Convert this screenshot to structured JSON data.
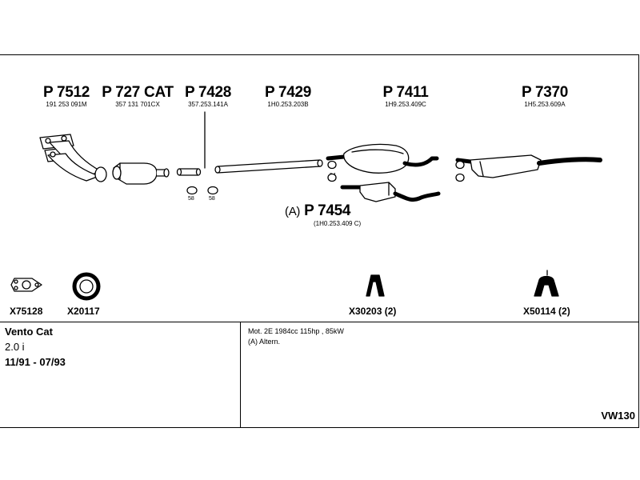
{
  "parts": [
    {
      "id": "p7512",
      "number": "P 7512",
      "ref": "191 253 091M"
    },
    {
      "id": "p727cat",
      "number": "P 727 CAT",
      "ref": "357 131 701CX"
    },
    {
      "id": "p7428",
      "number": "P 7428",
      "ref": "357.253.141A"
    },
    {
      "id": "p7429",
      "number": "P 7429",
      "ref": "1H0.253.203B"
    },
    {
      "id": "p7411",
      "number": "P 7411",
      "ref": "1H9.253.409C"
    },
    {
      "id": "p7370",
      "number": "P 7370",
      "ref": "1H5.253.609A"
    }
  ],
  "alt_part": {
    "prefix": "(A)",
    "number": "P 7454",
    "ref": "(1H0.253.409 C)"
  },
  "clamp_labels": {
    "c58a": "58",
    "c58b": "58",
    "c54a": "54",
    "c54b": "54"
  },
  "accessories": [
    {
      "id": "x75128",
      "label": "X75128"
    },
    {
      "id": "x20117",
      "label": "X20117"
    },
    {
      "id": "x30203",
      "label": "X30203 (2)"
    },
    {
      "id": "x50114",
      "label": "X50114 (2)"
    }
  ],
  "model": {
    "name": "Vento Cat",
    "engine": "2.0 i",
    "years": "11/91 - 07/93"
  },
  "notes": {
    "line1": "Mot. 2E 1984cc 115hp , 85kW",
    "line2": "(A) Altern."
  },
  "diagram_code": "VW130"
}
